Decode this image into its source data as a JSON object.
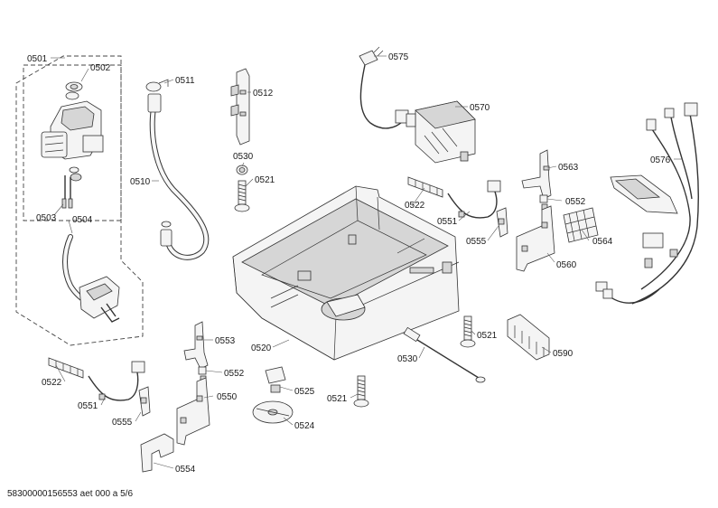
{
  "labels": {
    "l0501": "0501",
    "l0502": "0502",
    "l0503": "0503",
    "l0504": "0504",
    "l0510": "0510",
    "l0511": "0511",
    "l0512": "0512",
    "l0530a": "0530",
    "l0521a": "0521",
    "l0575": "0575",
    "l0570": "0570",
    "l0576": "0576",
    "l0563": "0563",
    "l0522a": "0522",
    "l0552a": "0552",
    "l0551a": "0551",
    "l0564": "0564",
    "l0555a": "0555",
    "l0560": "0560",
    "l0520": "0520",
    "l0521b": "0521",
    "l0590": "0590",
    "l0530b": "0530",
    "l0553": "0553",
    "l0552b": "0552",
    "l0522b": "0522",
    "l0525": "0525",
    "l0550": "0550",
    "l0551b": "0551",
    "l0521c": "0521",
    "l0524": "0524",
    "l0555b": "0555",
    "l0554": "0554"
  },
  "footer": "58300000156553 aet 000 a 5/6"
}
